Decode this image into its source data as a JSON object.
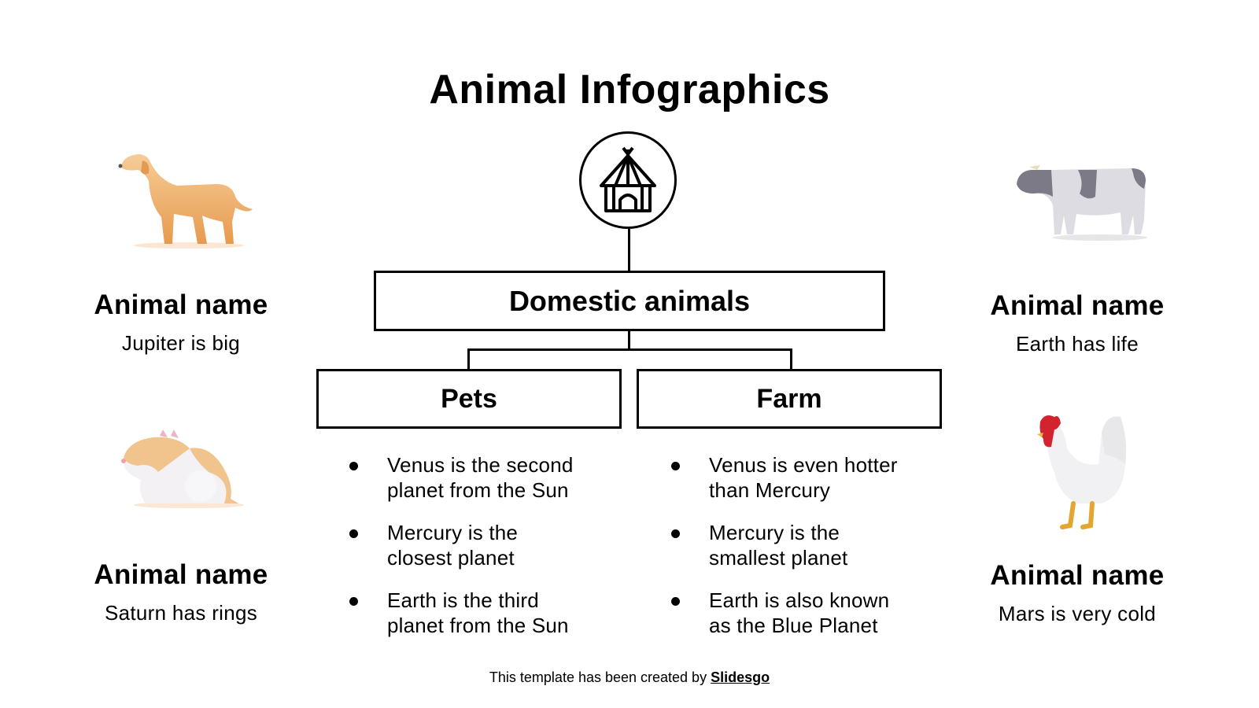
{
  "title": "Animal Infographics",
  "hub": {
    "icon": "hut-icon"
  },
  "root": {
    "label": "Domestic animals"
  },
  "branches": [
    {
      "label": "Pets",
      "bullets": [
        "Venus is the second planet from the Sun",
        "Mercury is the closest planet",
        "Earth is the third planet from the Sun"
      ]
    },
    {
      "label": "Farm",
      "bullets": [
        "Venus is even hotter than Mercury",
        "Mercury is the smallest planet",
        "Earth is also known as the Blue Planet"
      ]
    }
  ],
  "animals": [
    {
      "icon": "dog-icon",
      "name": "Animal name",
      "description": "Jupiter is big"
    },
    {
      "icon": "hamster-icon",
      "name": "Animal name",
      "description": "Saturn has rings"
    },
    {
      "icon": "cow-icon",
      "name": "Animal name",
      "description": "Earth has life"
    },
    {
      "icon": "rooster-icon",
      "name": "Animal name",
      "description": "Mars is very cold"
    }
  ],
  "footer": {
    "text": "This template has been created by ",
    "link": "Slidesgo"
  },
  "colors": {
    "text": "#000000",
    "background": "#ffffff",
    "dog": "#e9a85f",
    "cow_spots": "#7c7a86",
    "rooster_comb": "#d2232f"
  }
}
